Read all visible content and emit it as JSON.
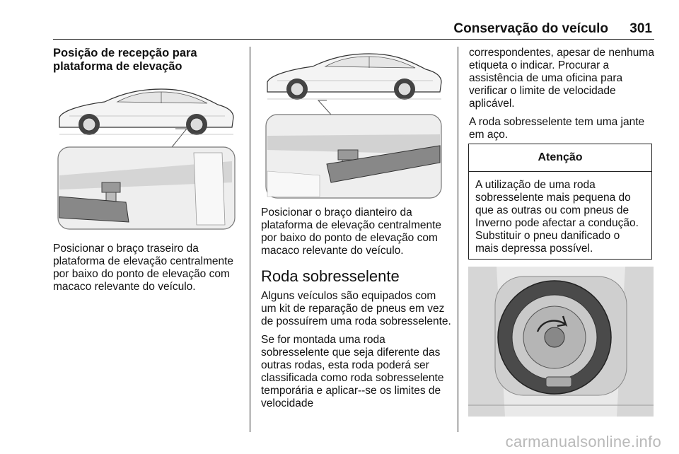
{
  "header": {
    "title": "Conservação do veículo",
    "page_number": "301"
  },
  "left_column": {
    "subheading": "Posição de recepção para plataforma de elevação",
    "caption": "Posicionar o braço traseiro da plataforma de elevação centralmente por baixo do ponto de elevação com macaco relevante do veículo."
  },
  "middle_column": {
    "caption": "Posicionar o braço dianteiro da plataforma de elevação centralmente por baixo do ponto de elevação com macaco relevante do veículo.",
    "section_title": "Roda sobresselente",
    "para1": "Alguns veículos são equipados com um kit de reparação de pneus em vez de possuírem uma roda sobresselente.",
    "para2": "Se for montada uma roda sobresselente que seja diferente das outras rodas, esta roda poderá ser classificada como roda sobresselente temporária e aplicar--se os limites de velocidade"
  },
  "right_column": {
    "para_continued": "correspondentes, apesar de nenhuma etiqueta o indicar. Procurar a assistência de uma oficina para verificar o limite de velocidade aplicável.",
    "para2": "A roda sobresselente tem uma jante em aço.",
    "notice": {
      "title": "Atenção",
      "body": "A utilização de uma roda sobresselente mais pequena do que as outras ou com pneus de Inverno pode afectar a condução. Substituir o pneu danificado o mais depressa possível."
    }
  },
  "watermark": "carmanualsonline.info"
}
